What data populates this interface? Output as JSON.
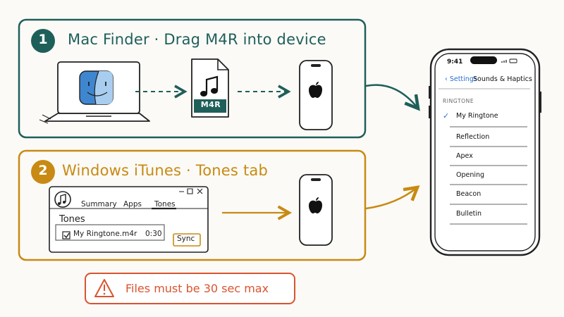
{
  "steps": [
    {
      "number": "1",
      "title": "Mac Finder · Drag M4R into device"
    },
    {
      "number": "2",
      "title": "Windows iTunes · Tones tab"
    }
  ],
  "file_icon": {
    "label": "M4R"
  },
  "itunes_window": {
    "tabs": [
      "Summary",
      "Apps",
      "Tones"
    ],
    "active_tab": "Tones",
    "section_title": "Tones",
    "file_name": "My Ringtone.m4r",
    "duration": "0:30",
    "sync_label": "Sync"
  },
  "warning": {
    "text": "Files must be 30 sec max"
  },
  "phone_screen": {
    "time": "9:41",
    "back_label": "Settings",
    "title": "Sounds & Haptics",
    "section_label": "RINGTONE",
    "selected": "My Ringtone",
    "items": [
      "My Ringtone",
      "Reflection",
      "Apex",
      "Opening",
      "Beacon",
      "Bulletin"
    ]
  },
  "colors": {
    "teal": "#1f5f5a",
    "gold": "#c88a12",
    "warning": "#d9542f",
    "ios_blue": "#2b6fd6"
  },
  "icons": [
    "finder-icon",
    "laptop-icon",
    "music-note-icon",
    "apple-logo-icon",
    "itunes-icon",
    "warning-icon",
    "checkmark-icon"
  ]
}
